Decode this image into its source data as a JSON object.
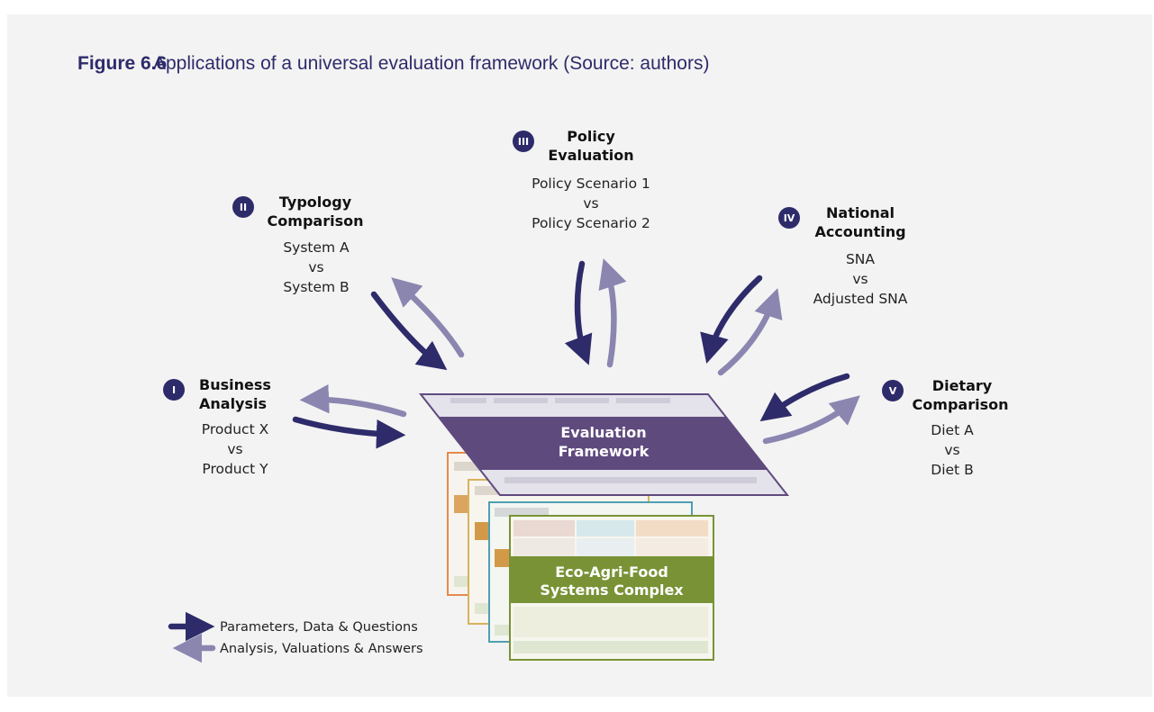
{
  "figure": {
    "label": "Figure 6.6",
    "caption": "Applications of a universal evaluation framework (Source: authors)"
  },
  "applications": [
    {
      "numeral": "I",
      "title_lines": [
        "Business",
        "Analysis"
      ],
      "compare": [
        "Product X",
        "vs",
        "Product Y"
      ]
    },
    {
      "numeral": "II",
      "title_lines": [
        "Typology",
        "Comparison"
      ],
      "compare": [
        "System A",
        "vs",
        "System B"
      ]
    },
    {
      "numeral": "III",
      "title_lines": [
        "Policy",
        "Evaluation"
      ],
      "compare": [
        "Policy Scenario 1",
        "vs",
        "Policy Scenario 2"
      ]
    },
    {
      "numeral": "IV",
      "title_lines": [
        "National",
        "Accounting"
      ],
      "compare": [
        "SNA",
        "vs",
        "Adjusted SNA"
      ]
    },
    {
      "numeral": "V",
      "title_lines": [
        "Dietary",
        "Comparison"
      ],
      "compare": [
        "Diet A",
        "vs",
        "Diet B"
      ]
    }
  ],
  "framework": {
    "title_lines": [
      "Evaluation",
      "Framework"
    ]
  },
  "complex": {
    "title_lines": [
      "Eco-Agri-Food",
      "Systems Complex"
    ]
  },
  "legend": {
    "inbound": "Parameters, Data & Questions",
    "outbound": "Analysis, Valuations & Answers"
  },
  "colors": {
    "dark_arrow": "#2e2b6b",
    "light_arrow": "#8a86b0",
    "framework_band": "#5f4a7e",
    "complex_band": "#799236",
    "numeral_badge": "#2e2b6b",
    "card_orange": "#e58a4b",
    "card_gold": "#d8b25c",
    "card_teal": "#4f9fb3",
    "card_green": "#799236"
  }
}
